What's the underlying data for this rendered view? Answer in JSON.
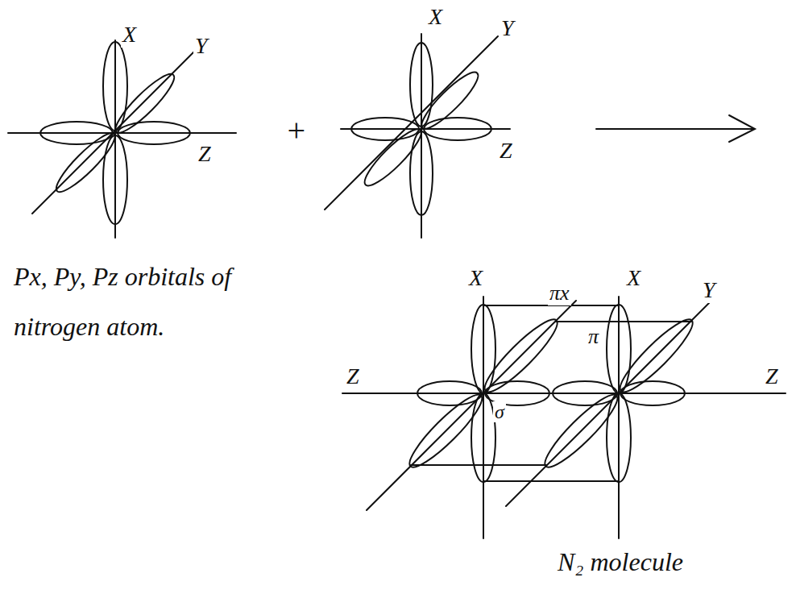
{
  "diagram": {
    "labels": [
      "X",
      "Y",
      "Z",
      "+",
      "X",
      "Y",
      "Z",
      "Px, Py, Pz orbitals of nitrogen atom.",
      "X",
      "X",
      "πx",
      "π",
      "Y",
      "Z",
      "Z",
      "σ",
      "N₂ molecule"
    ]
  }
}
